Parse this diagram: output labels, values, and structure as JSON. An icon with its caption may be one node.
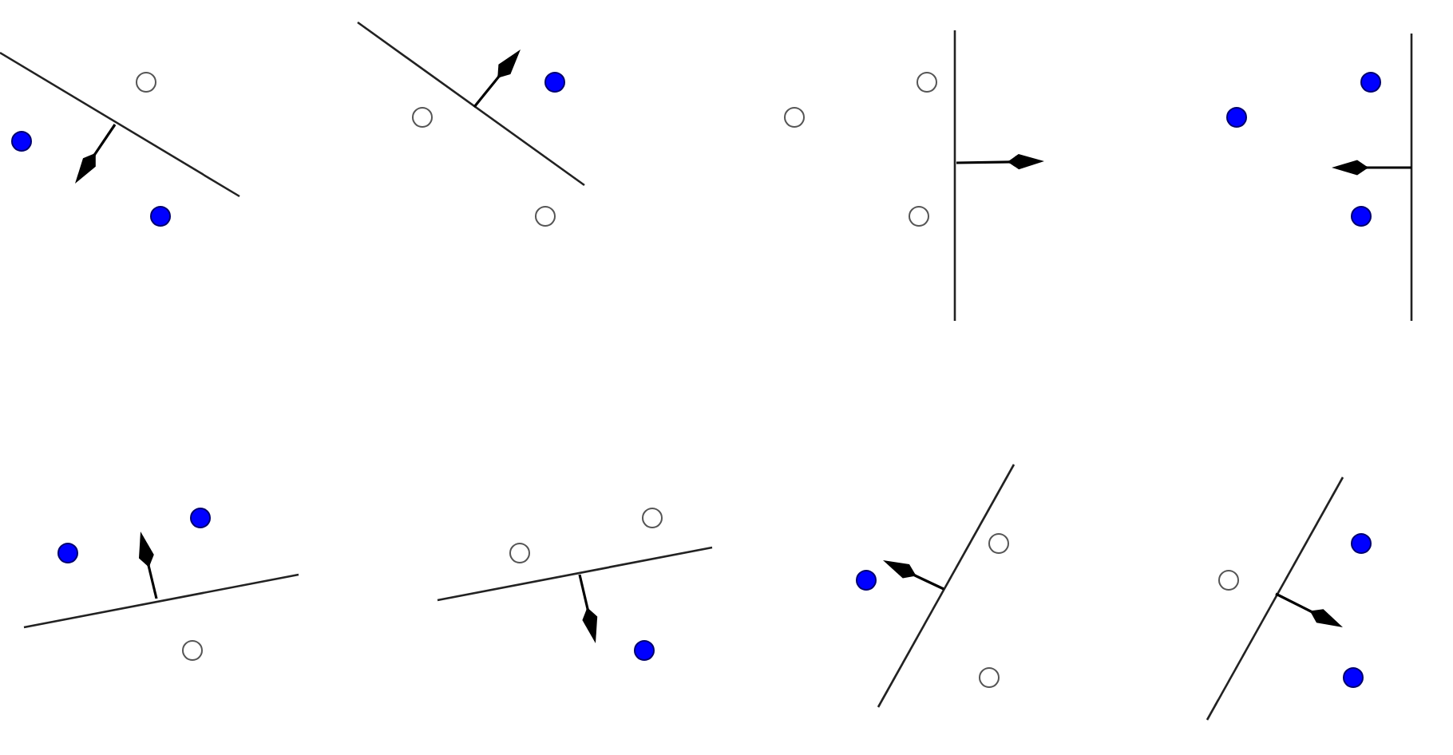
{
  "diagram": {
    "nodes": [
      {
        "text": [],
        "shape": "circle"
      },
      {
        "text": [],
        "shape": "dot"
      },
      {
        "text": [],
        "shape": "dot"
      },
      {
        "text": [],
        "shape": "dot"
      },
      {
        "text": [],
        "shape": "circle"
      },
      {
        "text": [],
        "shape": "circle"
      },
      {
        "text": [],
        "shape": "circle"
      },
      {
        "text": [],
        "shape": "circle"
      },
      {
        "text": [],
        "shape": "circle"
      },
      {
        "text": [],
        "shape": "dot"
      },
      {
        "text": [],
        "shape": "dot"
      },
      {
        "text": [],
        "shape": "dot"
      },
      {
        "text": [],
        "shape": "dot"
      },
      {
        "text": [],
        "shape": "dot"
      },
      {
        "text": [],
        "shape": "circle"
      },
      {
        "text": [],
        "shape": "circle"
      },
      {
        "text": [],
        "shape": "circle"
      },
      {
        "text": [],
        "shape": "dot"
      },
      {
        "text": [],
        "shape": "circle"
      },
      {
        "text": [],
        "shape": "dot"
      },
      {
        "text": [],
        "shape": "circle"
      },
      {
        "text": [],
        "shape": "dot"
      },
      {
        "text": [],
        "shape": "circle"
      },
      {
        "text": [],
        "shape": "dot"
      }
    ]
  }
}
